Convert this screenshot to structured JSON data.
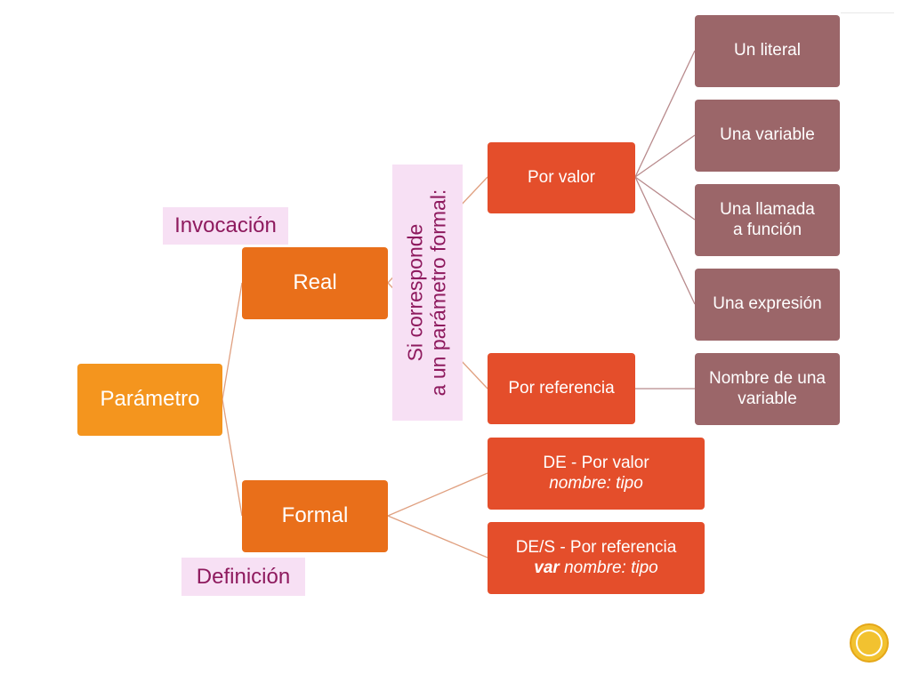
{
  "diagram": {
    "root": "Parámetro",
    "real": "Real",
    "formal": "Formal",
    "side_note": [
      "Si corresponde",
      "a un parámetro formal:"
    ],
    "por_valor": "Por valor",
    "por_referencia": "Por referencia",
    "literal": "Un literal",
    "variable": "Una variable",
    "llamada": [
      "Una llamada",
      "a función"
    ],
    "expresion": "Una expresión",
    "nombre_variable": [
      "Nombre de una",
      "variable"
    ],
    "de_valor": {
      "title": "DE - Por valor",
      "signature": "nombre: tipo"
    },
    "des_referencia": {
      "title": "DE/S - Por referencia",
      "keyword": "var",
      "signature": "nombre: tipo"
    }
  },
  "tags": {
    "invocacion": "Invocación",
    "definicion": "Definición"
  },
  "colors": {
    "root": "#f4951e",
    "level1": "#e96f1a",
    "level2": "#e44e2b",
    "level3": "#9b6669",
    "tag_bg": "#f7e0f4",
    "tag_text": "#8e1a5e",
    "connector": "#e0a080"
  },
  "icons": {
    "seal": "gold-seal-icon"
  }
}
